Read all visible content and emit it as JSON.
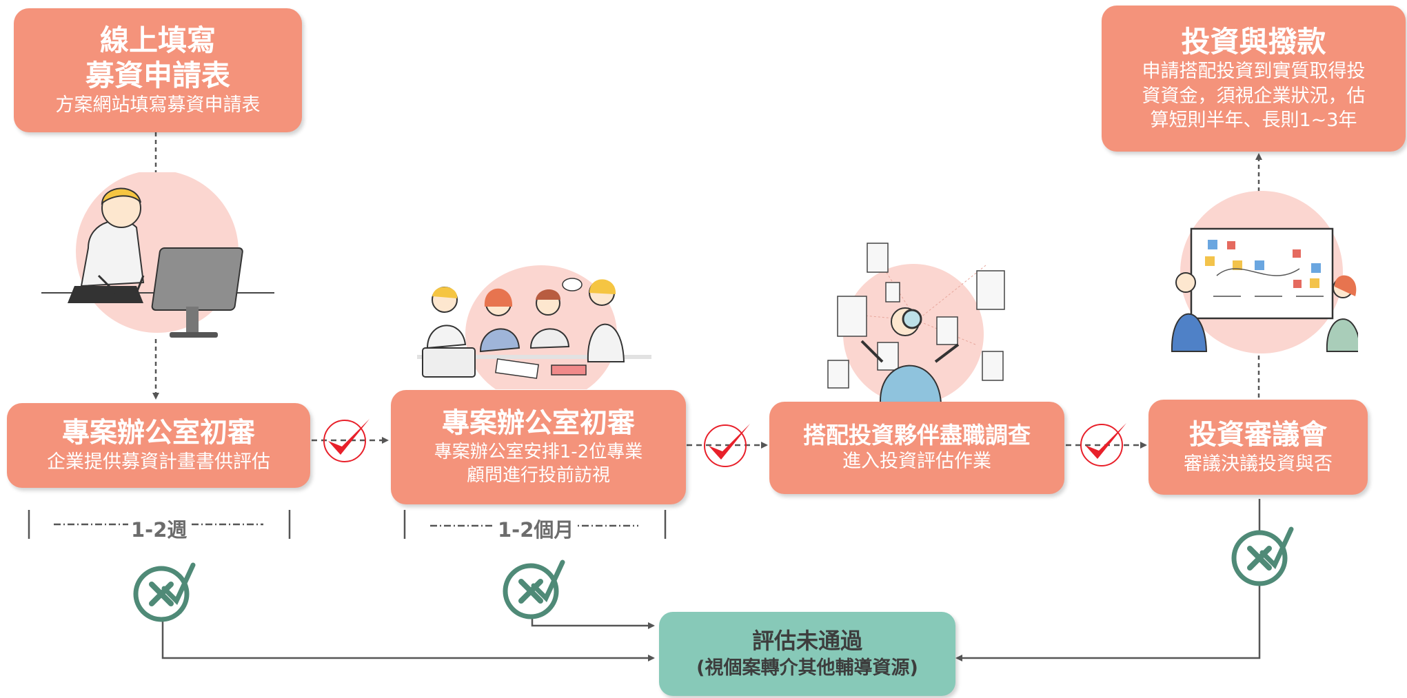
{
  "colors": {
    "step_box": "#f4937b",
    "fail_box": "#87c9b8",
    "check_red": "#e8202a",
    "reject_green": "#4f8a77",
    "connector": "#555555",
    "illustration_bg": "#fbd6d0"
  },
  "steps": [
    {
      "id": "online-form",
      "title_lines": [
        "線上填寫",
        "募資申請表"
      ],
      "subtitle_lines": [
        "方案網站填寫募資申請表"
      ],
      "illustration": "person-typing-computer-illustration"
    },
    {
      "id": "initial-review",
      "title_lines": [
        "專案辦公室初審"
      ],
      "subtitle_lines": [
        "企業提供募資計畫書供評估"
      ]
    },
    {
      "id": "office-visit",
      "title_lines": [
        "專案辦公室初審"
      ],
      "subtitle_lines": [
        "專案辦公室安排1-2位專業",
        "顧問進行投前訪視"
      ],
      "illustration": "team-meeting-illustration"
    },
    {
      "id": "due-diligence",
      "title_lines": [
        "搭配投資夥伴盡職調查"
      ],
      "subtitle_lines": [
        "進入投資評估作業"
      ],
      "illustration": "magnifier-investigation-illustration"
    },
    {
      "id": "committee",
      "title_lines": [
        "投資審議會"
      ],
      "subtitle_lines": [
        "審議決議投資與否"
      ],
      "illustration": "whiteboard-presentation-illustration"
    },
    {
      "id": "funding",
      "title_lines": [
        "投資與撥款"
      ],
      "subtitle_lines": [
        "申請搭配投資到實質取得投",
        "資資金，須視企業狀況，估",
        "算短則半年、長則1~3年"
      ]
    }
  ],
  "durations": [
    "1-2週",
    "1-2個月"
  ],
  "fail_box": {
    "lines": [
      "評估未通過",
      "(視個案轉介其他輔導資源)"
    ]
  },
  "icons": {
    "pass": "check-mark-icon",
    "reject": "reject-x-circle-icon"
  }
}
